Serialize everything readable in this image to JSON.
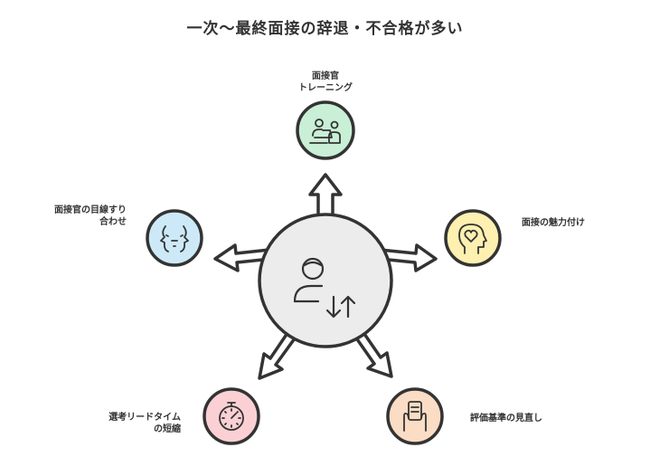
{
  "title": "一次〜最終面接の辞退・不合格が多い",
  "center": {
    "icon": "person-arrows-icon"
  },
  "nodes": [
    {
      "id": "top",
      "lines": [
        "面接官",
        "トレーニング"
      ],
      "icon": "laptop-user-icon",
      "color": "#c9efd6"
    },
    {
      "id": "right",
      "lines": [
        "面接の魅力付け"
      ],
      "icon": "head-heart-icon",
      "color": "#fdf0b0"
    },
    {
      "id": "bottom-right",
      "lines": [
        "評価基準の見直し"
      ],
      "icon": "hand-document-icon",
      "color": "#fbdcc4"
    },
    {
      "id": "bottom-left",
      "lines": [
        "選考リードタイム",
        "の短縮"
      ],
      "icon": "stopwatch-icon",
      "color": "#fbd0d4"
    },
    {
      "id": "left",
      "lines": [
        "面接官の目線すり",
        "合わせ"
      ],
      "icon": "faces-icon",
      "color": "#cde9f8"
    }
  ]
}
